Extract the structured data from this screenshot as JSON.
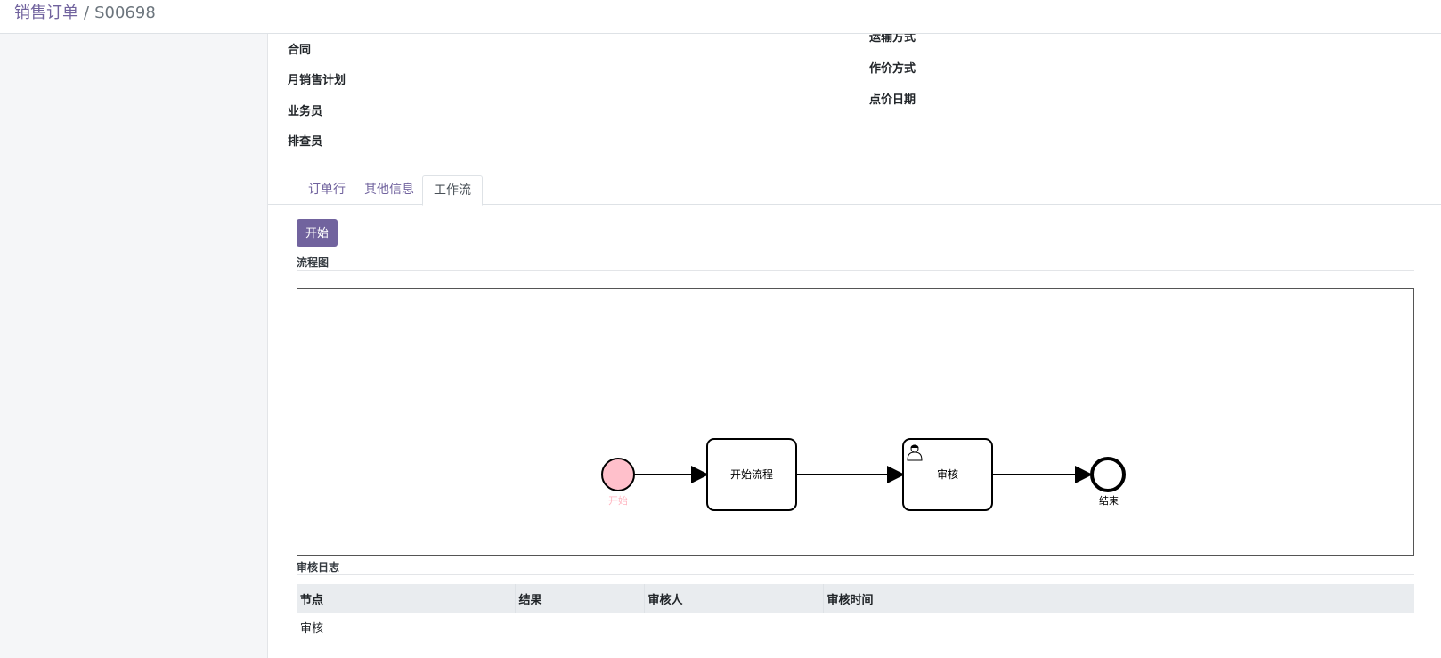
{
  "breadcrumb": {
    "root": "销售订单",
    "separator": "/",
    "current": "S00698"
  },
  "form": {
    "left_labels": [
      "合同",
      "月销售计划",
      "业务员",
      "排查员"
    ],
    "right_labels": [
      "运输方式",
      "作价方式",
      "点价日期"
    ]
  },
  "tabs": [
    {
      "label": "订单行",
      "active": false
    },
    {
      "label": "其他信息",
      "active": false
    },
    {
      "label": "工作流",
      "active": true
    }
  ],
  "workflow": {
    "start_button": "开始",
    "diagram_title": "流程图",
    "nodes": {
      "start_event": "开始",
      "task_start": "开始流程",
      "task_review": "审核",
      "end_event": "结束"
    },
    "colors": {
      "start_fill": "#ffc0cb",
      "start_label": "#ffb6c1",
      "accent": "#71639e"
    }
  },
  "log": {
    "title": "审核日志",
    "headers": [
      "节点",
      "结果",
      "审核人",
      "审核时间"
    ],
    "rows": [
      [
        "审核",
        "",
        "",
        ""
      ]
    ]
  }
}
